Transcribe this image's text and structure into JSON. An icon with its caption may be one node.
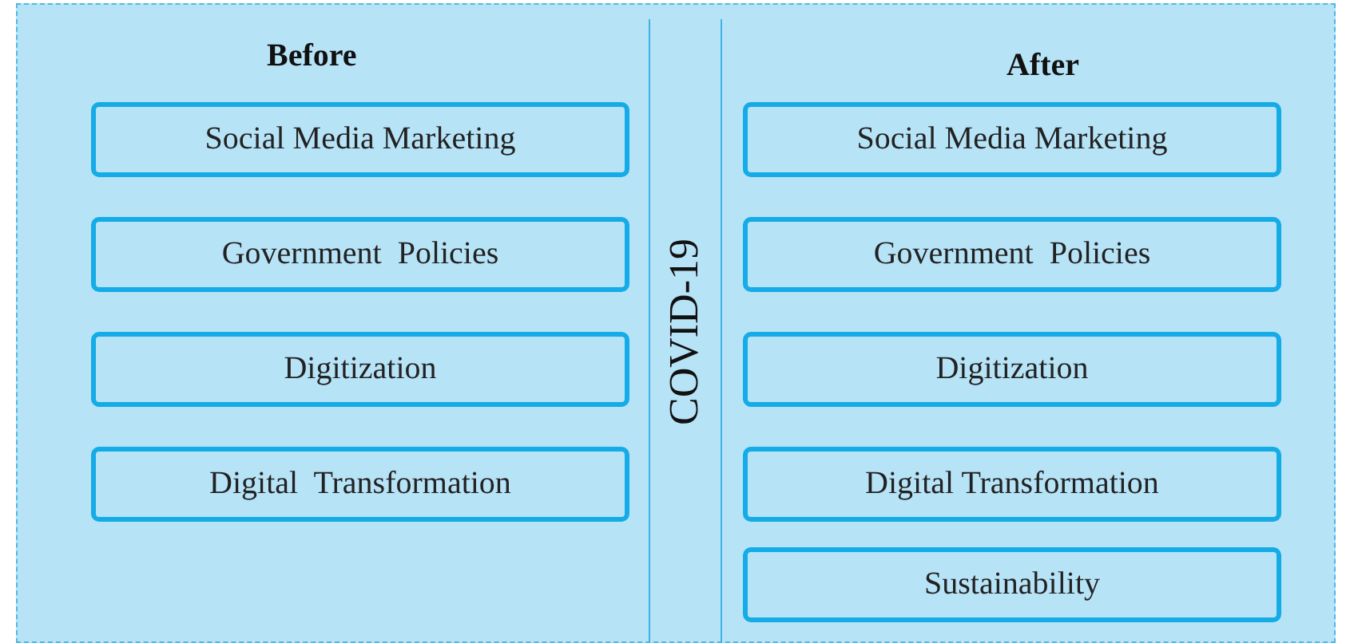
{
  "diagram": {
    "nodes": [
      {
        "text": [
          "Social Media Marketing"
        ]
      },
      {
        "text": [
          "Government  Policies"
        ]
      },
      {
        "text": [
          "Digitization"
        ]
      },
      {
        "text": [
          "Digital  Transformation"
        ]
      },
      {
        "text": [
          "Social Media Marketing"
        ]
      },
      {
        "text": [
          "Government  Policies"
        ]
      },
      {
        "text": [
          "Digitization"
        ]
      },
      {
        "text": [
          "Digital Transformation"
        ]
      },
      {
        "text": [
          "Sustainability"
        ]
      }
    ],
    "labels": [
      "Before",
      "After",
      "COVID-19"
    ]
  }
}
